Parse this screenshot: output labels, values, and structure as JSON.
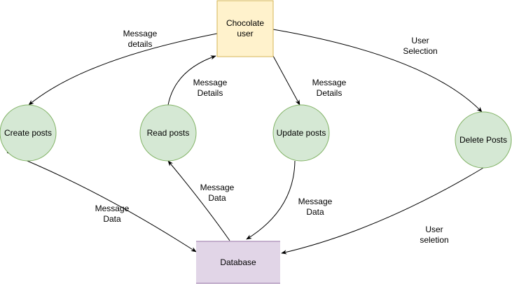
{
  "colors": {
    "user_fill": "#fff2cc",
    "user_stroke": "#d6b656",
    "process_fill": "#d5e8d4",
    "process_stroke": "#82b366",
    "store_fill": "#e1d5e7",
    "store_stroke": "#9673a6",
    "edge": "#000000"
  },
  "nodes": {
    "user": {
      "label_lines": [
        "Chocolate",
        "user"
      ]
    },
    "create": {
      "label_lines": [
        "Create posts"
      ]
    },
    "read": {
      "label_lines": [
        "Read posts"
      ]
    },
    "update": {
      "label_lines": [
        "Update posts"
      ]
    },
    "delete": {
      "label_lines": [
        "Delete Posts"
      ]
    },
    "database": {
      "label_lines": [
        "Database"
      ]
    }
  },
  "edges": {
    "user_to_create": {
      "label_lines": [
        "Message",
        "details"
      ]
    },
    "read_to_user": {
      "label_lines": [
        "Message",
        "Details"
      ]
    },
    "user_to_update": {
      "label_lines": [
        "Message",
        "Details"
      ]
    },
    "user_to_delete": {
      "label_lines": [
        "User",
        "Selection"
      ]
    },
    "create_to_db": {
      "label_lines": [
        "Message",
        "Data"
      ]
    },
    "db_to_read": {
      "label_lines": [
        "Message",
        "Data"
      ]
    },
    "update_to_db": {
      "label_lines": [
        "Message",
        "Data"
      ]
    },
    "delete_to_db": {
      "label_lines": [
        "User",
        "seletion"
      ]
    }
  }
}
